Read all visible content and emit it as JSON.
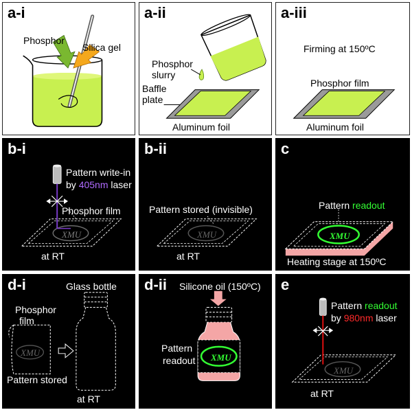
{
  "colors": {
    "phosphor": "#c8f050",
    "phosphor_dark": "#8fcf2a",
    "heater": "#f4a6a6",
    "laser405": "#7a3cc8",
    "laser980": "#e01010",
    "green_text": "#33ff33",
    "red_text": "#ff2a2a"
  },
  "panels": {
    "ai": {
      "label": "a-i",
      "phosphor": "Phosphor",
      "silica": "Silica gel"
    },
    "aii": {
      "label": "a-ii",
      "slurry_1": "Phosphor",
      "slurry_2": "slurry",
      "baffle_1": "Baffle",
      "baffle_2": "plate",
      "foil": "Aluminum foil"
    },
    "aiii": {
      "label": "a-iii",
      "firming": "Firming at 150ºC",
      "film": "Phosphor film",
      "foil": "Aluminum foil"
    },
    "bi": {
      "label": "b-i",
      "write_in": "Pattern write-in",
      "by": "by ",
      "wavelength": "405nm",
      "laser": " laser",
      "film": "Phosphor film",
      "rt": "at RT",
      "logo": "XMU"
    },
    "bii": {
      "label": "b-ii",
      "stored": "Pattern stored (invisible)",
      "rt": "at RT",
      "logo": "XMU"
    },
    "c": {
      "label": "c",
      "pattern": "Pattern ",
      "readout": "readout",
      "heating": "Heating stage at 150ºC",
      "logo": "XMU"
    },
    "di": {
      "label": "d-i",
      "bottle": "Glass bottle",
      "film_1": "Phosphor",
      "film_2": "film",
      "stored": "Pattern stored",
      "rt": "at RT",
      "logo": "XMU"
    },
    "dii": {
      "label": "d-ii",
      "oil": "Silicone oil (150ºC)",
      "pattern": "Pattern",
      "readout": "readout",
      "logo": "XMU"
    },
    "e": {
      "label": "e",
      "pattern": "Pattern ",
      "readout": "readout",
      "by": "by ",
      "wavelength": "980nm",
      "laser": " laser",
      "rt": "at RT",
      "logo": "XMU"
    }
  }
}
